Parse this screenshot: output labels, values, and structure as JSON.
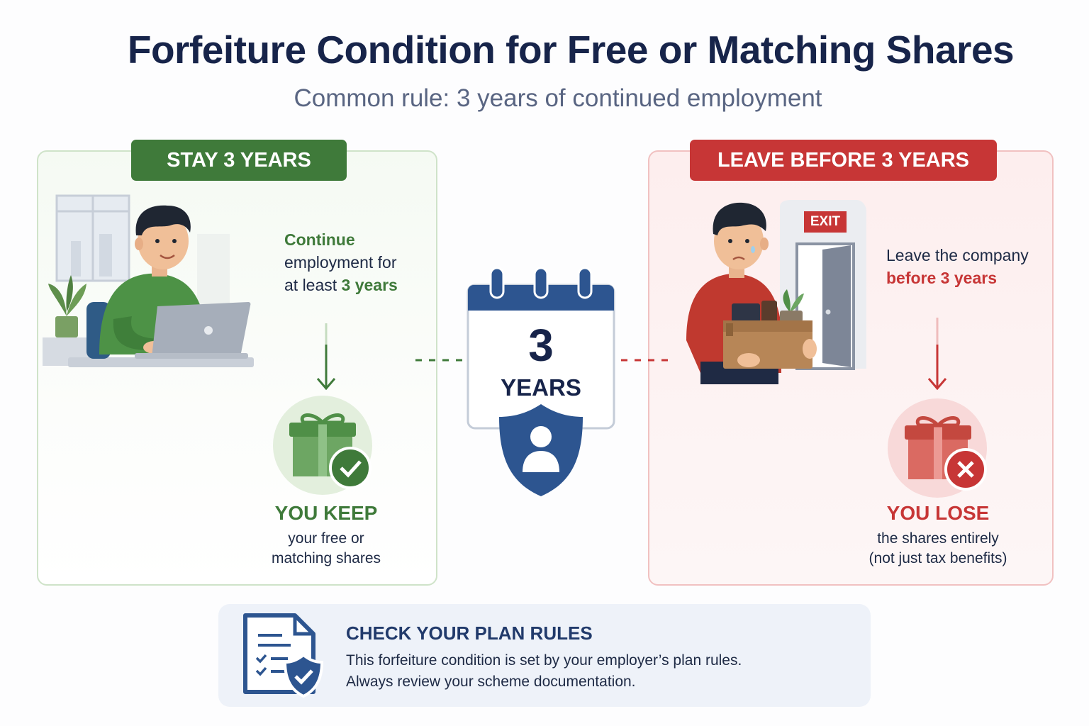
{
  "header": {
    "title": "Forfeiture Condition for Free or Matching Shares",
    "subtitle": "Common rule: 3 years of continued employment"
  },
  "stay": {
    "badge": "STAY 3 YEARS",
    "desc_highlight": "Continue",
    "desc_line2": "employment for",
    "desc_prefix": "at least",
    "desc_years": "3 years",
    "result_title": "YOU KEEP",
    "result_line1": "your free or",
    "result_line2": "matching shares",
    "color": "#3f7a3a"
  },
  "leave": {
    "badge": "LEAVE BEFORE 3 YEARS",
    "desc_line1": "Leave the company",
    "desc_highlight": "before 3 years",
    "result_title": "YOU LOSE",
    "result_line1": "the shares entirely",
    "result_line2": "(not just tax benefits)",
    "exit_sign": "EXIT",
    "color": "#c73636"
  },
  "calendar": {
    "number": "3",
    "label": "YEARS",
    "color": "#2d5590"
  },
  "note": {
    "title": "CHECK YOUR PLAN RULES",
    "line1": "This forfeiture condition is set by your employer’s plan rules.",
    "line2": "Always review your scheme documentation."
  },
  "icons": [
    "employee-at-laptop-illustration",
    "calendar-icon",
    "shield-user-icon",
    "gift-check-icon",
    "gift-x-icon",
    "employee-leaving-illustration",
    "document-shield-icon"
  ]
}
